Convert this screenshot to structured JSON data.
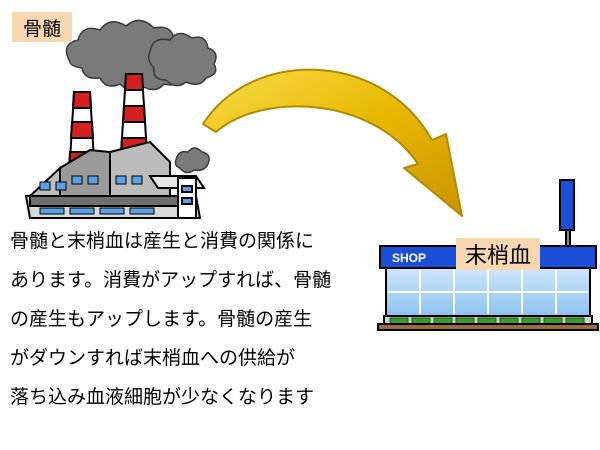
{
  "labels": {
    "bone_marrow": "骨髄",
    "peripheral_blood": "末梢血",
    "shop_sign": "SHOP"
  },
  "description": {
    "lines": [
      "骨髄と末梢血は産生と消費の関係に",
      "あります。消費がアップすれば、骨髄",
      "の産生もアップします。骨髄の産生",
      "がダウンすれば末梢血への供給が",
      "落ち込み血液細胞が少なくなります"
    ]
  },
  "icons": {
    "factory": "factory-icon",
    "shop": "shop-icon",
    "arrow": "curved-arrow-icon",
    "smoke": "smoke-icon"
  },
  "colors": {
    "label_bg": "#f6d7b0",
    "arrow_fill": "#e8b800",
    "arrow_edge": "#b08a00",
    "shop_blue": "#1a4fd6",
    "smoke": "#777777",
    "chimney_red": "#d42020",
    "factory_window": "#5aa0e6"
  }
}
